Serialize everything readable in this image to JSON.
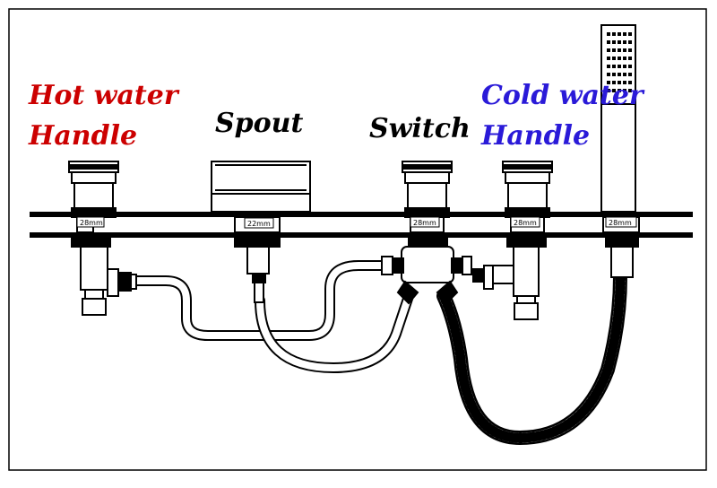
{
  "colors": {
    "hot": "#cc0000",
    "cold": "#2a1ad8",
    "ink": "#000000"
  },
  "labels": {
    "hot_line1": "Hot water",
    "hot_line2": "Handle",
    "spout": "Spout",
    "switch": "Switch",
    "cold_line1": "Cold water",
    "cold_line2": "Handle"
  },
  "sizes": {
    "hot": "28mm",
    "spout": "22mm",
    "switch": "28mm",
    "cold": "28mm",
    "shower": "28mm"
  }
}
